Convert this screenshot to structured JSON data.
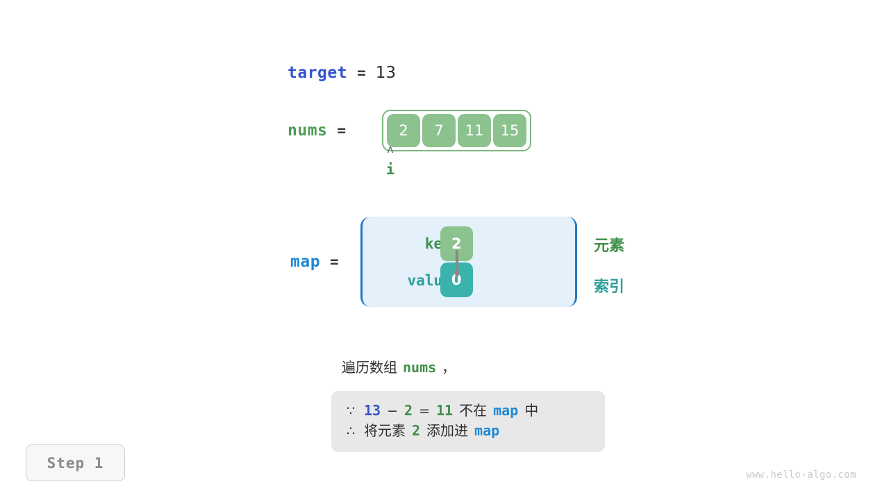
{
  "target": {
    "name": "target",
    "equals": "=",
    "value": "13"
  },
  "nums": {
    "name": "nums",
    "equals": "=",
    "cells": [
      "2",
      "7",
      "11",
      "15"
    ]
  },
  "pointer": {
    "caret": "ʌ",
    "label": "i"
  },
  "map": {
    "name": "map",
    "equals": "=",
    "key_label": "key",
    "value_label": "value",
    "key_value": "2",
    "value_value": "0"
  },
  "legend": {
    "element": "元素",
    "index": "索引"
  },
  "caption": {
    "prefix": "遍历数组",
    "code": "nums",
    "suffix": "，"
  },
  "reasoning": {
    "line1": {
      "symbol": "∵",
      "a": "13",
      "minus": "−",
      "b": "2",
      "equals": "=",
      "result": "11",
      "mid": "不在",
      "code": "map",
      "tail": "中"
    },
    "line2": {
      "symbol": "∴",
      "lead": "将元素",
      "num": "2",
      "mid": "添加进",
      "code": "map"
    }
  },
  "step": {
    "label": "Step 1"
  },
  "watermark": {
    "text": "www.hello-algo.com"
  },
  "colors": {
    "target_blue": "#3355cc",
    "map_blue": "#1e88d5",
    "green": "#3f8f4a",
    "cell_green": "#8bc28d",
    "teal": "#3bb3ad",
    "panel_bg": "#e4f0fa",
    "panel_border": "#2079c4",
    "reason_bg": "#e8e8e8"
  }
}
